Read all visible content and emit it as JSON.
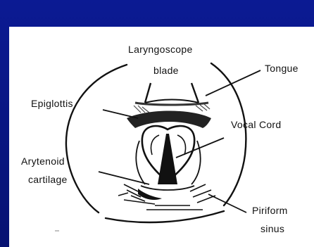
{
  "diagram": {
    "labels": {
      "laryngoscope_line1": "Laryngoscope",
      "laryngoscope_line2": "blade",
      "tongue": "Tongue",
      "epiglottis": "Epiglottis",
      "vocal_cord": "Vocal Cord",
      "arytenoid_line1": "Arytenoid",
      "arytenoid_line2": "cartilage",
      "piriform_line1": "Piriform",
      "piriform_line2": "sinus"
    }
  }
}
